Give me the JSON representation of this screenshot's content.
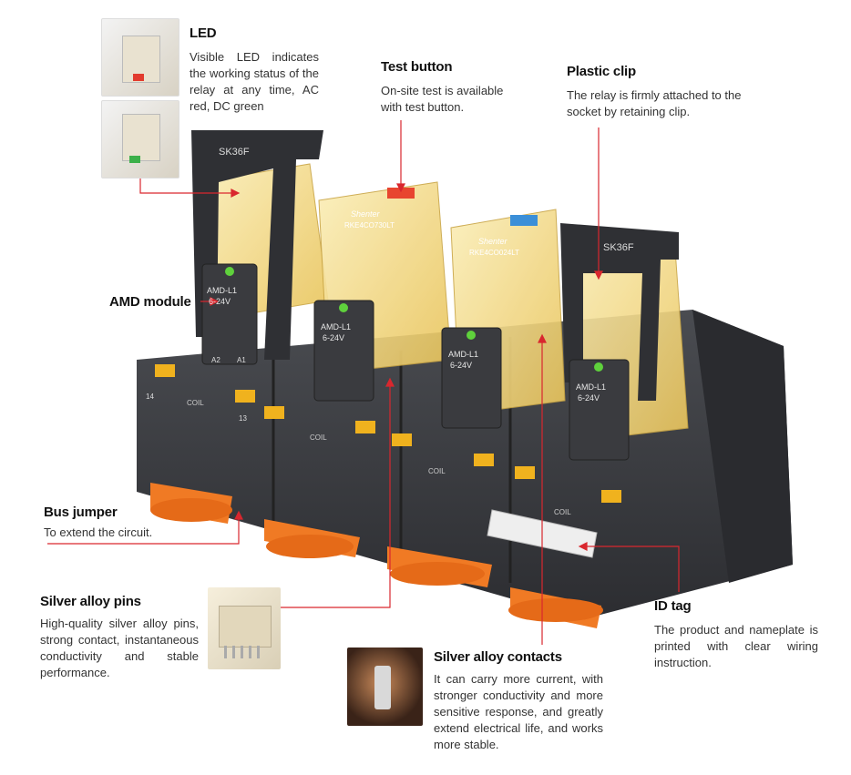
{
  "features": {
    "led": {
      "title": "LED",
      "desc": "Visible LED indicates the working status of the relay at any time, AC red, DC green"
    },
    "test_button": {
      "title": "Test button",
      "desc": "On-site test is available with test button."
    },
    "plastic_clip": {
      "title": "Plastic clip",
      "desc": "The relay is firmly attached to the socket by retaining clip."
    },
    "amd_module": {
      "title": "AMD module"
    },
    "bus_jumper": {
      "title": "Bus jumper",
      "desc": "To extend the circuit."
    },
    "silver_pins": {
      "title": "Silver alloy pins",
      "desc": "High-quality silver alloy pins, strong contact, instantaneous conductivity and stable performance."
    },
    "silver_contacts": {
      "title": "Silver alloy contacts",
      "desc": "It can carry more current, with stronger conductivity and more sensitive response, and greatly extend electrical life, and works more stable."
    },
    "id_tag": {
      "title": "ID tag",
      "desc": "The product and nameplate is printed with clear wiring instruction."
    }
  },
  "product_labels": {
    "clip_model": "SK36F",
    "relay_brand": "Shenter",
    "relay_model_1": "RKE4CO730LT",
    "relay_model_2": "RKE4CO024LT",
    "module_name": "AMD-L1",
    "module_voltage": "6-24V",
    "socket_coil": "COIL",
    "term_a1": "A1",
    "term_a2": "A2",
    "term_13": "13",
    "term_14": "14"
  },
  "colors": {
    "accent_red": "#d9272e",
    "socket": "#3c3e42",
    "jumper": "#f07a24",
    "relay_amber": "#f3d77a",
    "button_red": "#e8452f",
    "button_blue": "#3b8fd8"
  }
}
